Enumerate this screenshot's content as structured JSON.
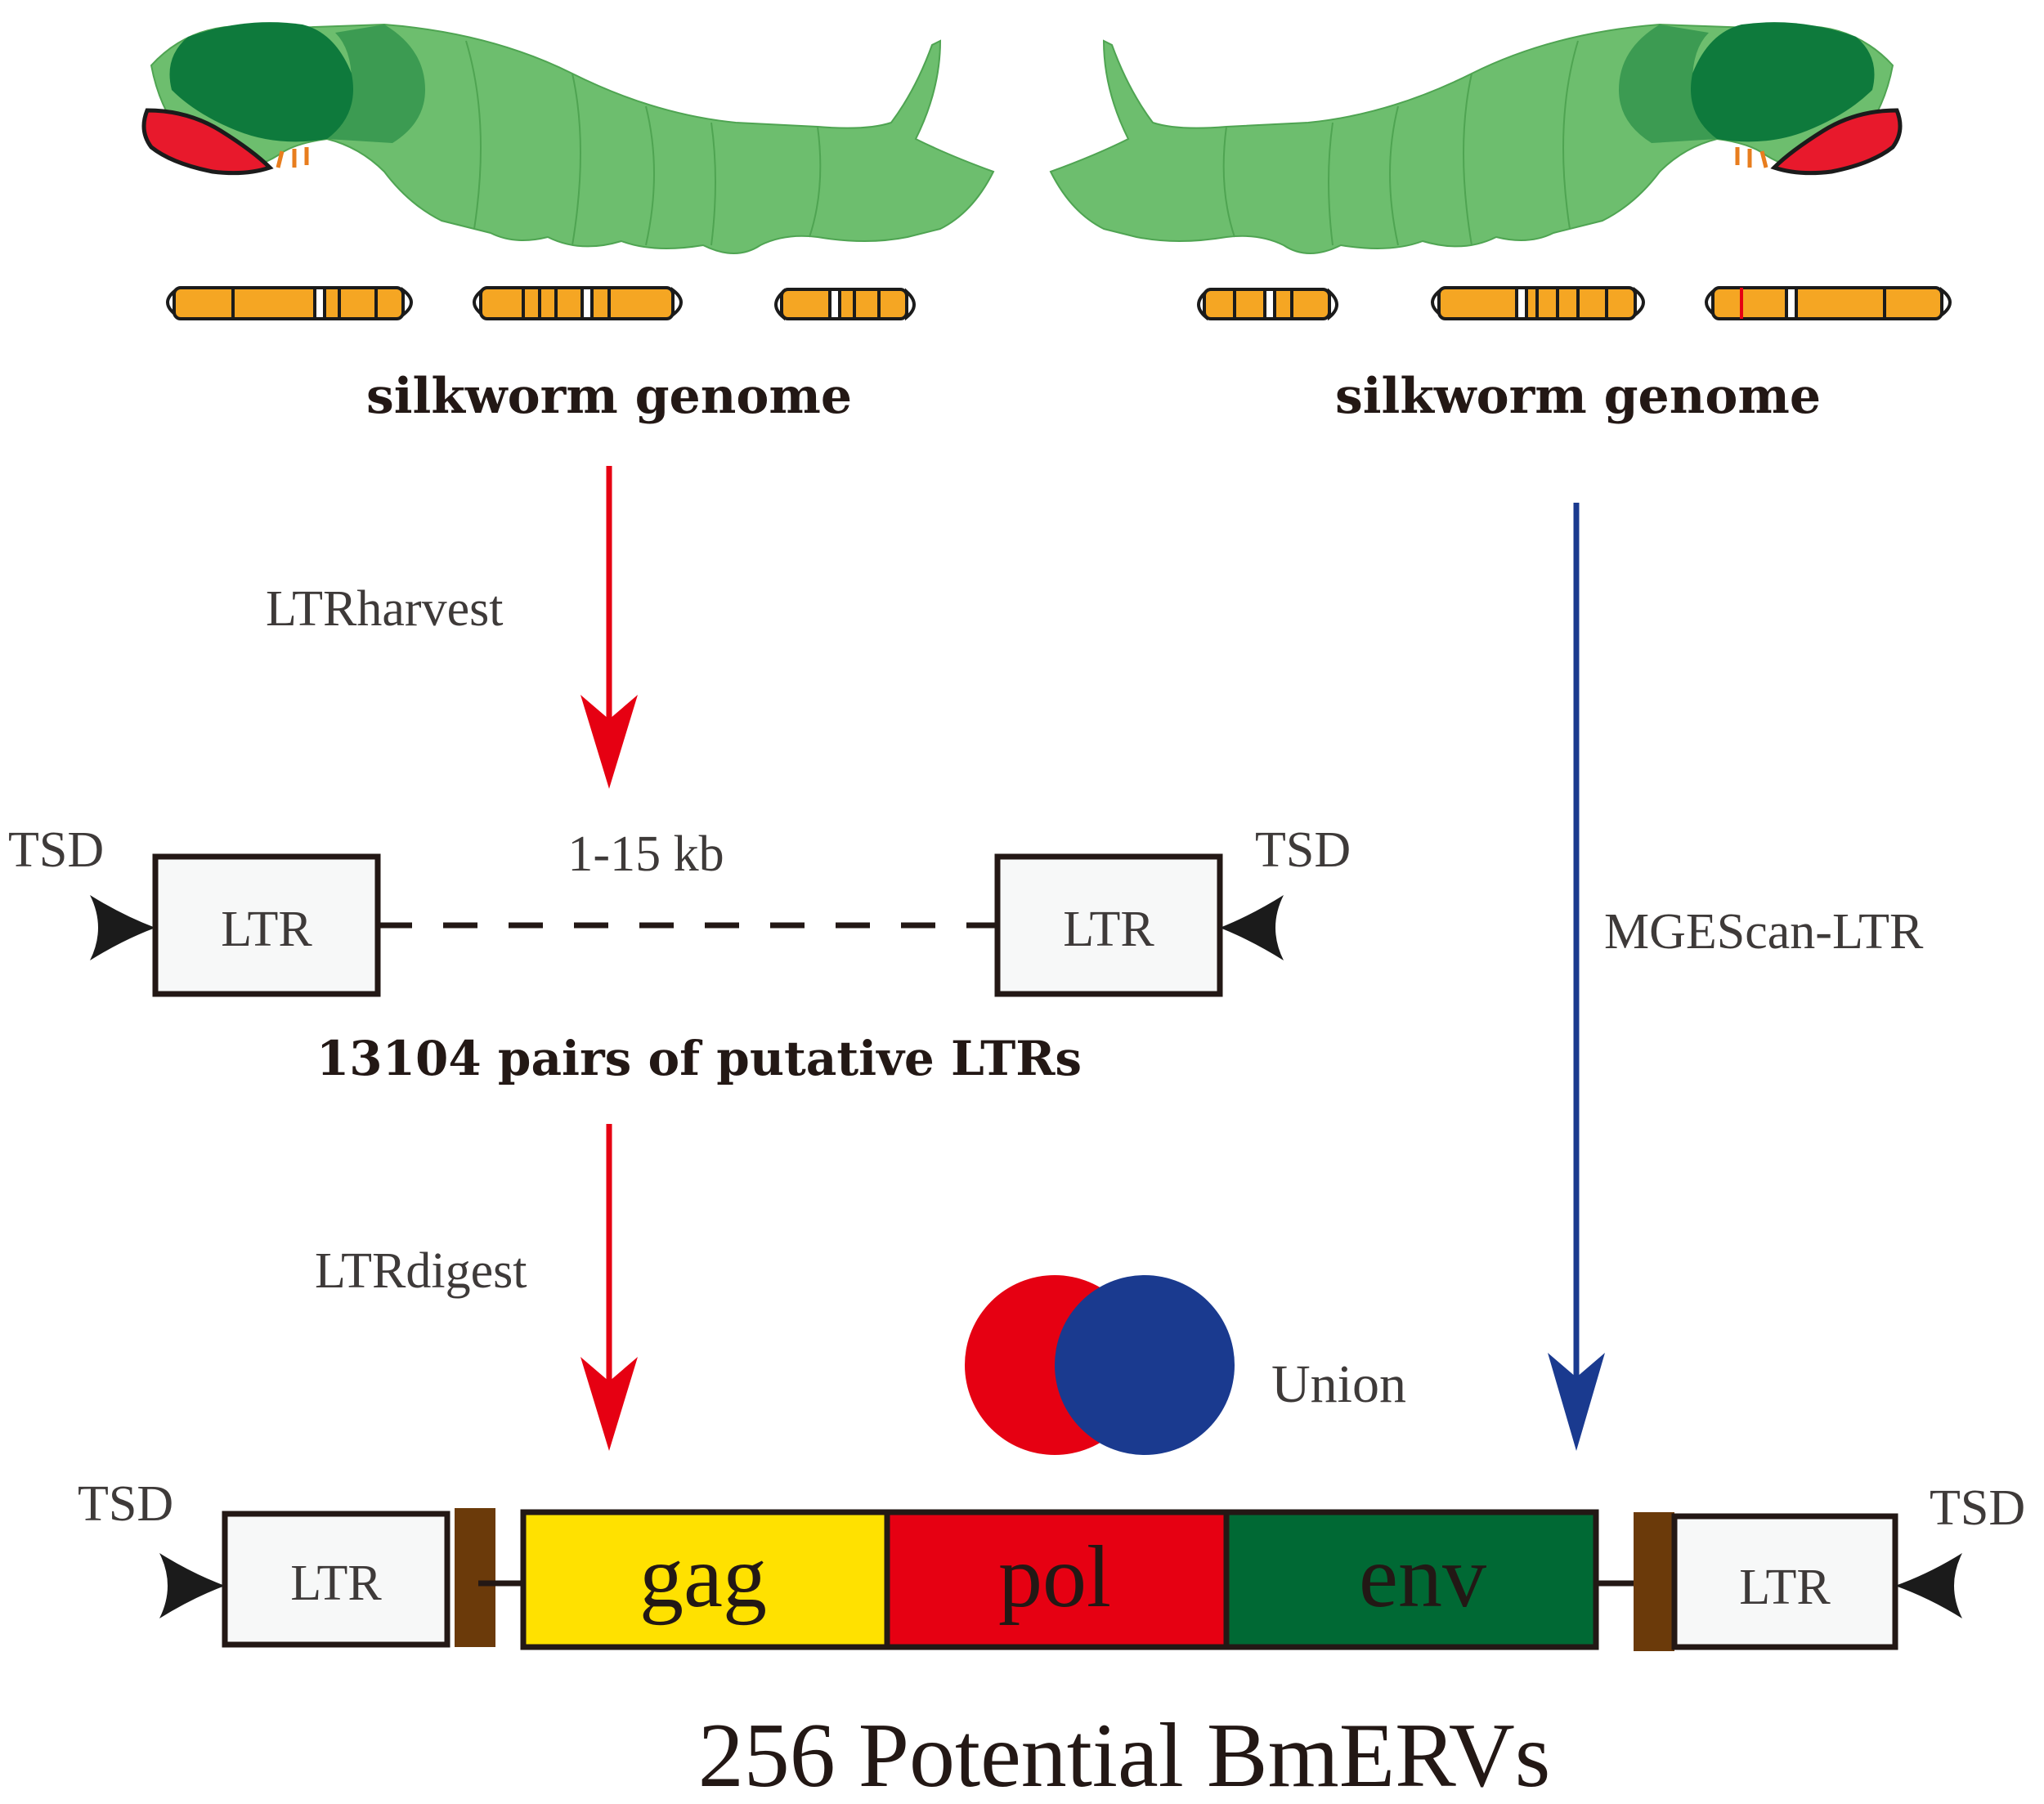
{
  "left_column": {
    "genome_label": "silkworm genome",
    "step1_tool": "LTRharvest",
    "spacer_label": "1-15 kb",
    "tsd_left": "TSD",
    "tsd_right": "TSD",
    "ltr_left": "LTR",
    "ltr_right": "LTR",
    "result_label": "13104 pairs of putative LTRs",
    "step2_tool": "LTRdigest"
  },
  "right_column": {
    "genome_label": "silkworm genome",
    "tool": "MGEScan-LTR"
  },
  "merge": {
    "label": "Union"
  },
  "structure": {
    "tsd_left": "TSD",
    "tsd_right": "TSD",
    "ltr_left": "LTR",
    "ltr_right": "LTR",
    "gag": "gag",
    "pol": "pol",
    "env": "env"
  },
  "final_label": "256 Potential BmERVs",
  "colors": {
    "red_arrow": "#e60012",
    "blue_arrow": "#1a3a8f",
    "gag": "#ffe100",
    "pol": "#e60012",
    "env": "#006934",
    "pbs_marker": "#6b3a0a",
    "chromosome": "#f5a623",
    "silkworm_body": "#6dbe6e",
    "silkworm_head": "#0e7a3c",
    "silkworm_face": "#e8192c"
  }
}
